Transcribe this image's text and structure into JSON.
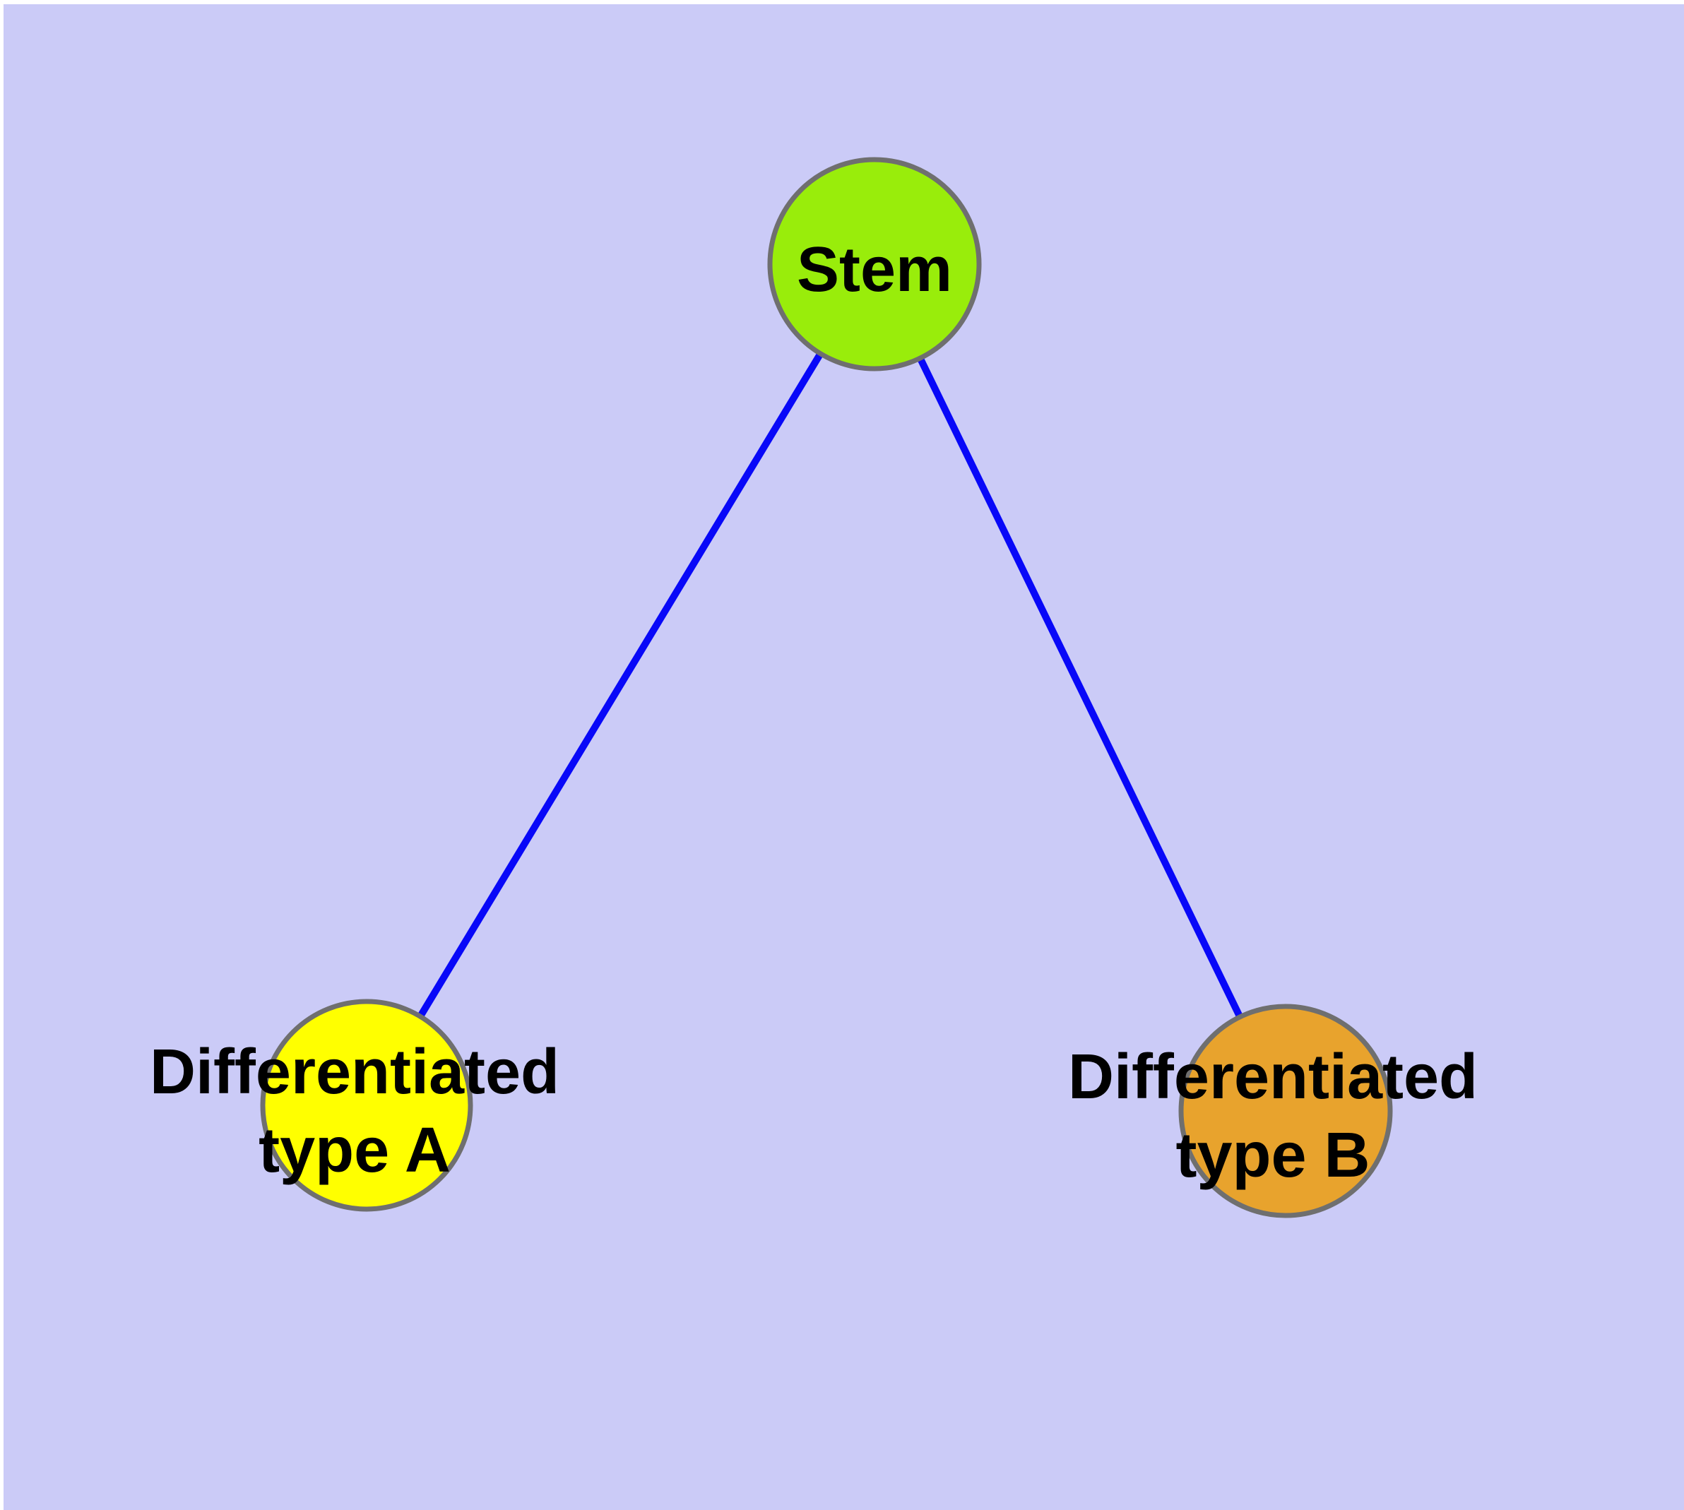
{
  "diagram": {
    "background_color": "#CBCBF7",
    "margin_color": "#FFFFFF",
    "edge_color": "#0808F8",
    "node_border_color": "#6F6F6F",
    "label_color": "#000000",
    "nodes": {
      "stem": {
        "label": "Stem",
        "fill": "#99ED0B"
      },
      "type_a": {
        "label_line1": "Differentiated",
        "label_line2": "type A",
        "fill": "#FFFF00"
      },
      "type_b": {
        "label_line1": "Differentiated",
        "label_line2": "type B",
        "fill": "#E8A32D"
      }
    },
    "edges": [
      {
        "from": "Stem",
        "to": "Differentiated type A"
      },
      {
        "from": "Stem",
        "to": "Differentiated type B"
      }
    ]
  }
}
